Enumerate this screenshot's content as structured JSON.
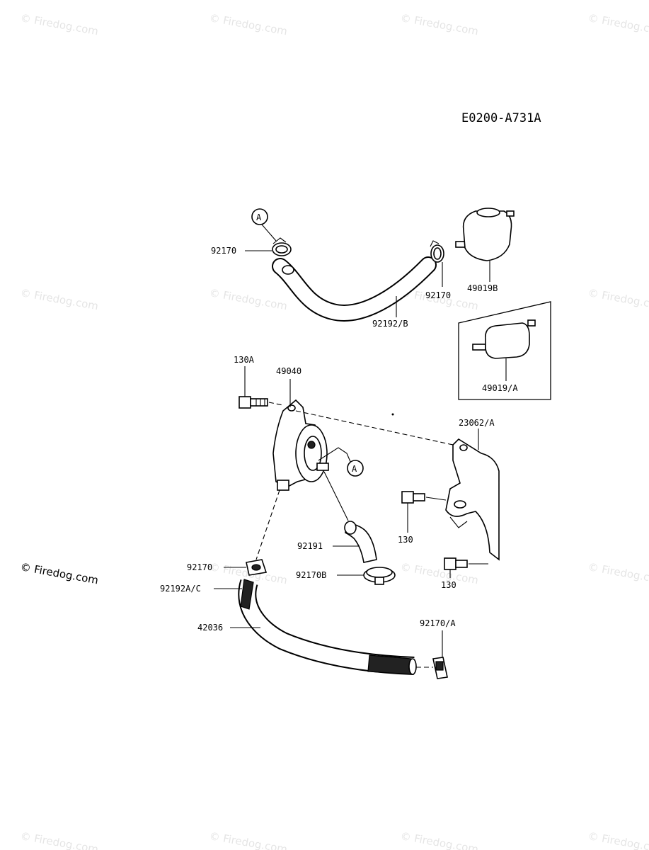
{
  "diagram_code": "E0200-A731A",
  "watermark": "© Firedog.com",
  "ref_marker": "A",
  "parts": [
    {
      "id": "p-92170-top-left",
      "label": "92170"
    },
    {
      "id": "p-92170-top-right",
      "label": "92170"
    },
    {
      "id": "p-49019b",
      "label": "49019B"
    },
    {
      "id": "p-92192b",
      "label": "92192/B"
    },
    {
      "id": "p-49019a",
      "label": "49019/A"
    },
    {
      "id": "p-130a",
      "label": "130A"
    },
    {
      "id": "p-49040",
      "label": "49040"
    },
    {
      "id": "p-23062a",
      "label": "23062/A"
    },
    {
      "id": "p-130-upper",
      "label": "130"
    },
    {
      "id": "p-130-lower",
      "label": "130"
    },
    {
      "id": "p-92170-mid",
      "label": "92170"
    },
    {
      "id": "p-92191",
      "label": "92191"
    },
    {
      "id": "p-92170b",
      "label": "92170B"
    },
    {
      "id": "p-92192ac",
      "label": "92192A/C"
    },
    {
      "id": "p-42036",
      "label": "42036"
    },
    {
      "id": "p-92170a",
      "label": "92170/A"
    }
  ]
}
